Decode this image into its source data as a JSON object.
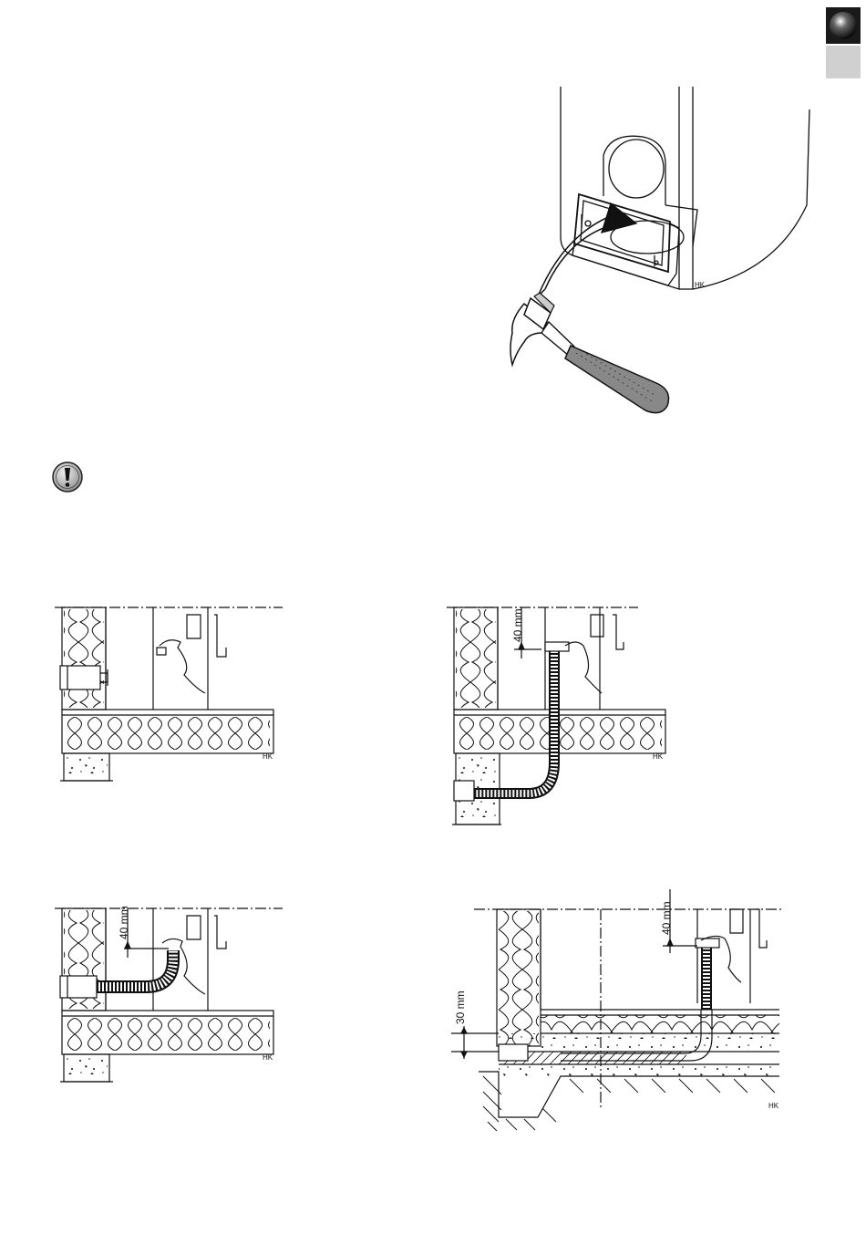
{
  "page": {
    "mark_label": "HK"
  },
  "figures": {
    "fig_top_right_dim": "40 mm",
    "fig_bottom_left_dim": "40 mm",
    "fig_bottom_right_dim_top": "40 mm",
    "fig_bottom_right_dim_side": "30 mm"
  },
  "colors": {
    "tab_dark": "#1a1a1a",
    "tab_light": "#d0d0d0",
    "line": "#111111"
  },
  "icons": {
    "warning": "exclamation-icon",
    "tool": "hammer-icon"
  }
}
